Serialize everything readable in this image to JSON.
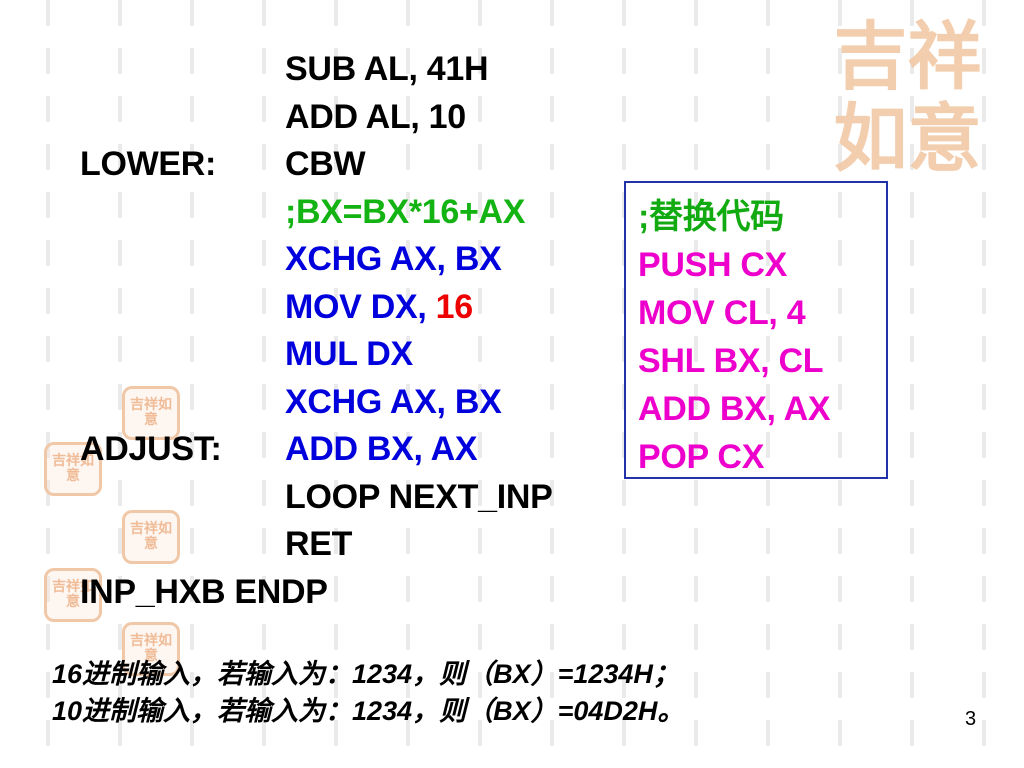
{
  "slide": {
    "page_number": "3",
    "decor": {
      "seal_text": "吉祥如意"
    },
    "left_labels": [
      "LOWER:",
      "",
      "ADJUST:"
    ],
    "footer_label": "INP_HXB ENDP",
    "code_lines": [
      {
        "text": "SUB AL, 41H",
        "color": "black"
      },
      {
        "text": "ADD AL, 10",
        "color": "black"
      },
      {
        "text": "CBW",
        "color": "black"
      },
      {
        "text": ";BX=BX*16+AX",
        "color": "green"
      },
      {
        "text": "XCHG AX, BX",
        "color": "blue"
      },
      {
        "text": "MOV DX, ",
        "color": "blue",
        "suffix": "16"
      },
      {
        "text": "MUL DX",
        "color": "blue"
      },
      {
        "text": "XCHG AX, BX",
        "color": "blue"
      },
      {
        "text": "ADD BX, AX",
        "color": "blue"
      },
      {
        "text": "LOOP NEXT_INP",
        "color": "black"
      },
      {
        "text": "RET",
        "color": "black"
      }
    ],
    "replacement_box": {
      "comment": ";替换代码",
      "lines": [
        "PUSH CX",
        "MOV CL, 4",
        "SHL BX, CL",
        "ADD BX, AX",
        "POP CX"
      ]
    },
    "notes": [
      "16进制输入，若输入为：1234，则（BX）=1234H；",
      "10进制输入，若输入为：1234，则（BX）=04D2H。"
    ]
  },
  "colors": {
    "green": "#12b312",
    "blue": "#0000dd",
    "red": "#ee0000",
    "magenta": "#ee00cc",
    "box_border": "#2233aa",
    "seal": "#f0bc98"
  }
}
